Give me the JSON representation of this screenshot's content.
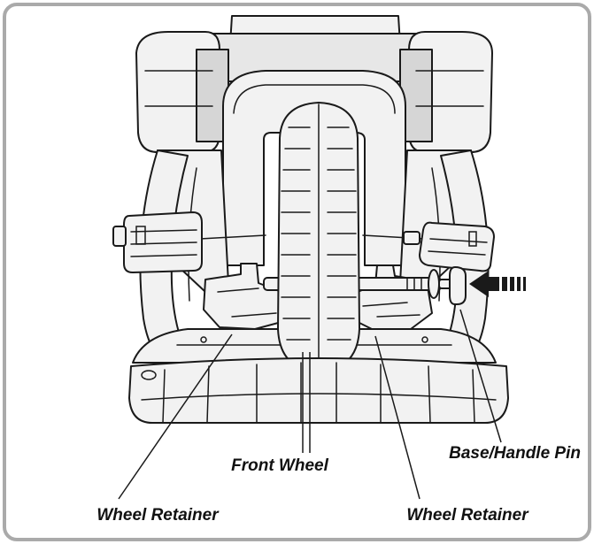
{
  "labels": {
    "base_handle_pin": "Base/Handle Pin",
    "front_wheel": "Front Wheel",
    "wheel_retainer_left": "Wheel Retainer",
    "wheel_retainer_right": "Wheel Retainer"
  },
  "colors": {
    "frame_border": "#aaaaaa",
    "outline": "#1a1a1a",
    "part_fill": "#f2f2f2",
    "part_shadow": "#d6d6d6",
    "label_text": "#111111"
  },
  "icons": {
    "insert_direction": "arrow-left-dashed-icon"
  }
}
